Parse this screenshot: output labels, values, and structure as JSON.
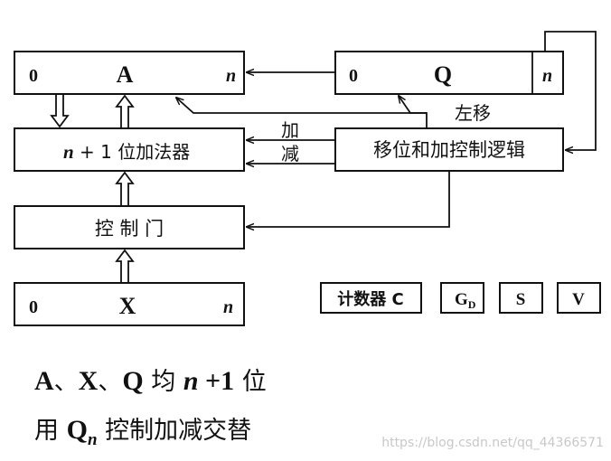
{
  "registers": {
    "A": {
      "left": "0",
      "name": "A",
      "right": "n"
    },
    "Q": {
      "left": "0",
      "name": "Q",
      "right": "n"
    },
    "X": {
      "left": "0",
      "name": "X",
      "right": "n"
    }
  },
  "adder": {
    "n": "n",
    "rest": " + 1 位加法器"
  },
  "gate": {
    "label": "控 制 门"
  },
  "control": {
    "label": "移位和加控制逻辑"
  },
  "labels": {
    "shift_left": "左移",
    "add": "加",
    "sub": "减"
  },
  "counters": {
    "counter": "计数器 C",
    "gd_base": "G",
    "gd_sub": "D",
    "s": "S",
    "v": "V"
  },
  "notes": {
    "line1": {
      "a": "A",
      "sep1": "、",
      "x": "X",
      "sep2": "、",
      "q": "Q",
      "jun": " 均 ",
      "n": "n",
      "plus1": " +1",
      "wei": " 位"
    },
    "line2": {
      "yong": "用 ",
      "q": "Q",
      "sub": "n",
      "rest": " 控制加减交替"
    }
  },
  "watermark": "https://blog.csdn.net/qq_44366571"
}
